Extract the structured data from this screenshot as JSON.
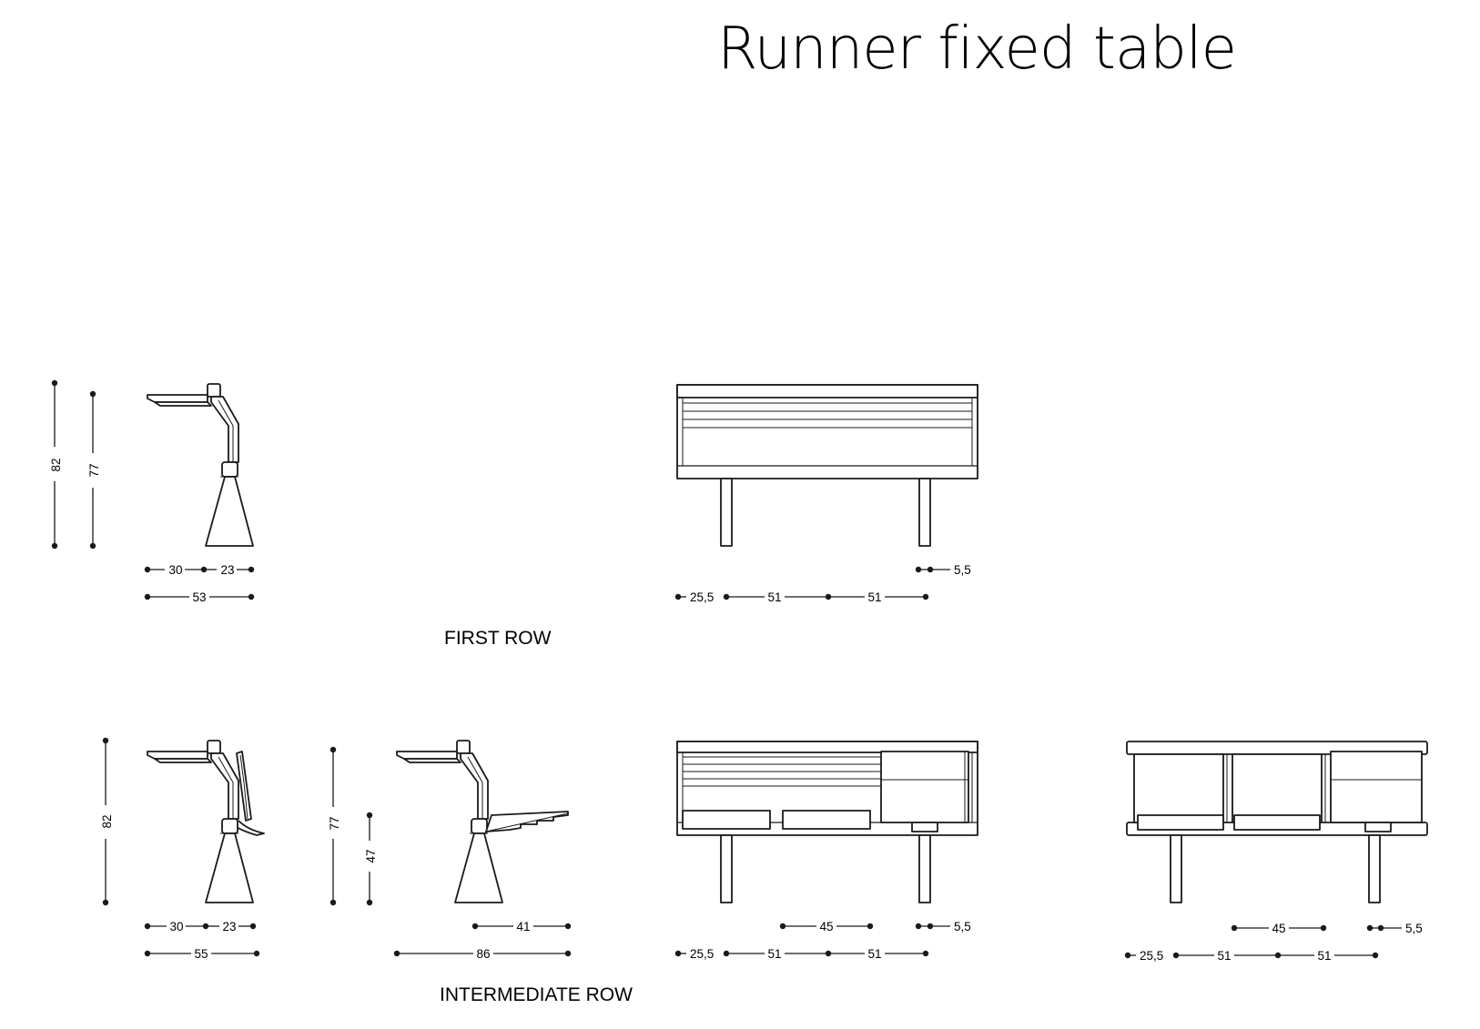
{
  "title": "Runner fixed table",
  "sections": {
    "first_row": "FIRST ROW",
    "intermediate_row": "INTERMEDIATE ROW"
  },
  "dims": {
    "fr_side_h1": "82",
    "fr_side_h2": "77",
    "fr_side_w1": "30",
    "fr_side_w2": "23",
    "fr_side_total": "53",
    "fr_front_leg": "5,5",
    "fr_front_a": "25,5",
    "fr_front_b": "51",
    "fr_front_c": "51",
    "ir_side_h": "82",
    "ir_side_w1": "30",
    "ir_side_w2": "23",
    "ir_side_total": "55",
    "ir_open_h1": "77",
    "ir_open_h2": "47",
    "ir_open_seat": "41",
    "ir_open_total": "86",
    "ir_front_seat": "45",
    "ir_front_leg": "5,5",
    "ir_front_a": "25,5",
    "ir_front_b": "51",
    "ir_front_c": "51",
    "ir_back_seat": "45",
    "ir_back_leg": "5,5",
    "ir_back_a": "25,5",
    "ir_back_b": "51",
    "ir_back_c": "51"
  }
}
